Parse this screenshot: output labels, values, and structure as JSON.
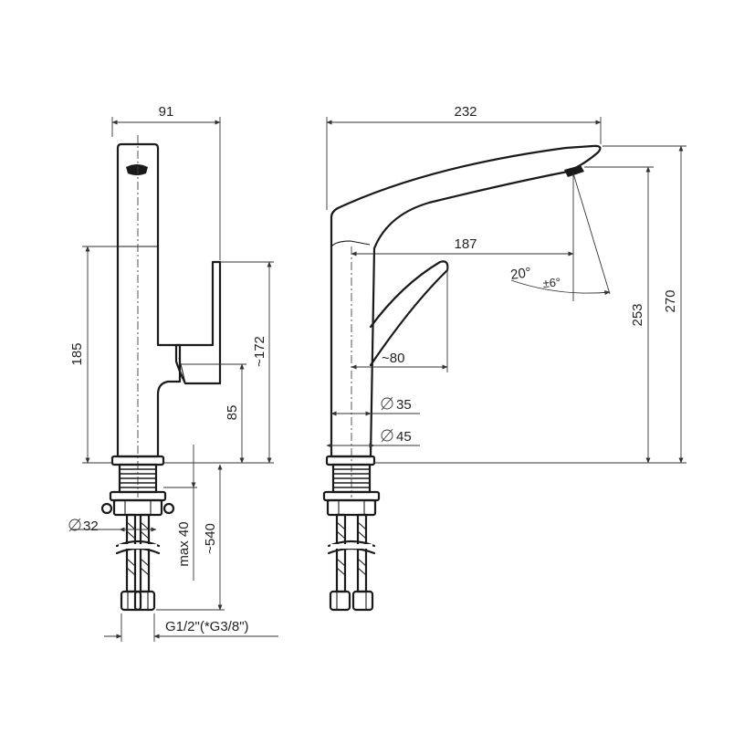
{
  "dimensions": {
    "width_side": "91",
    "height_185": "185",
    "height_172": "~172",
    "height_85": "85",
    "dia_32": "32",
    "max_40": "max 40",
    "hose_540": "~540",
    "thread": "G1/2\"(*G3/8\")",
    "width_front": "232",
    "reach_187": "187",
    "lever_80": "~80",
    "dia_35": "35",
    "dia_45": "45",
    "angle": "20°",
    "angle_tol": "±6°",
    "height_253": "253",
    "height_270": "270"
  },
  "colors": {
    "line": "#1a1a1a",
    "background": "#ffffff"
  }
}
